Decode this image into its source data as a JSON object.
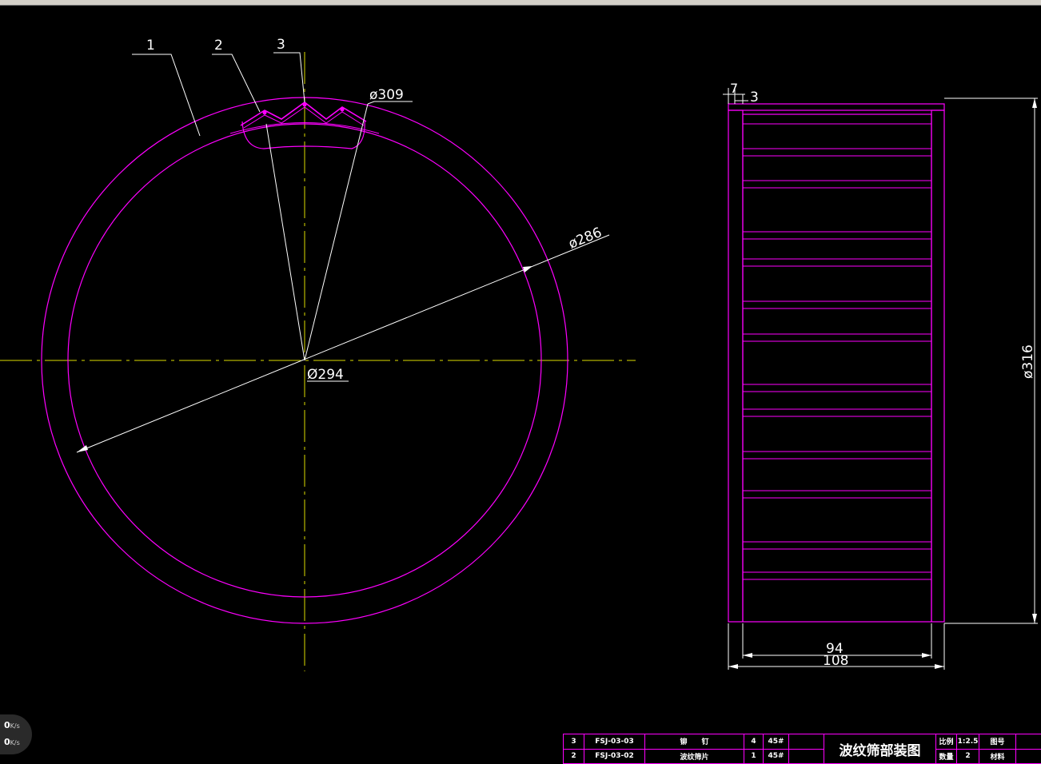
{
  "colors": {
    "background": "#000000",
    "outline": "#ff00ff",
    "dimension": "#ffffff",
    "centerline": "#ffff00",
    "centerline_alt": "#dddd00"
  },
  "callouts": [
    "1",
    "2",
    "3"
  ],
  "dims": {
    "d309": "ø309",
    "d286": "ø286",
    "d294": "Ø294",
    "d316": "ø316",
    "w7": "7",
    "w3": "3",
    "w94": "94",
    "w108": "108"
  },
  "net": {
    "up": "0",
    "down": "0",
    "unit": "K/s"
  },
  "title_block": {
    "drawing_title": "波纹筛部装图",
    "rows": [
      {
        "no": "3",
        "code": "FSJ-03-03",
        "name": "铆　　钉",
        "qty": "4",
        "material": "45#"
      },
      {
        "no": "2",
        "code": "FSJ-03-02",
        "name": "波纹筛片",
        "qty": "1",
        "material": "45#"
      }
    ],
    "scale_label": "比例",
    "scale_value": "1:2.5",
    "qty_label": "数量",
    "qty_value": "2",
    "dwg_no_label": "图号",
    "material_label": "材料"
  }
}
